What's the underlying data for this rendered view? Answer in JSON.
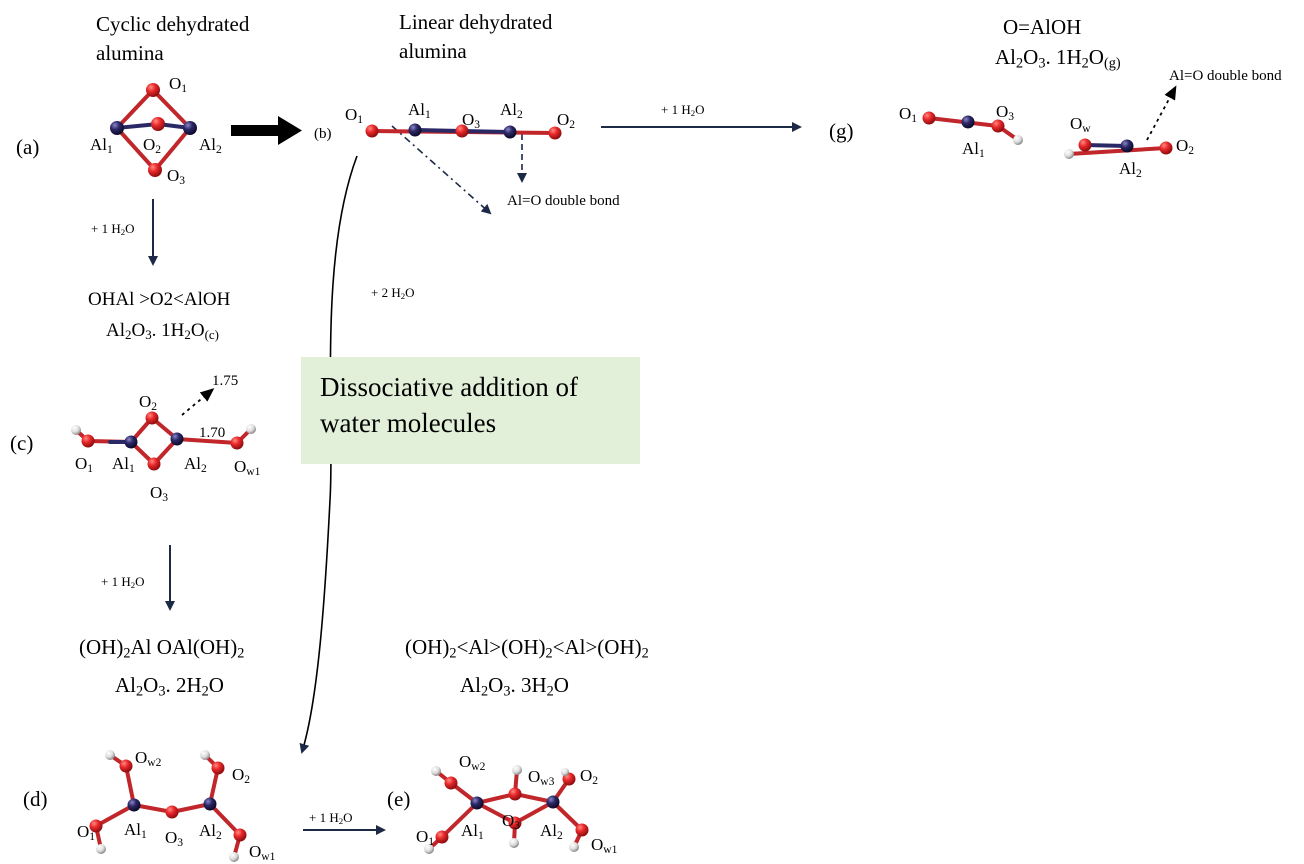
{
  "titles": {
    "cyclic": [
      "Cyclic dehydrated",
      "alumina"
    ],
    "linear": [
      "Linear dehydrated",
      "alumina"
    ]
  },
  "formulas": {
    "c": {
      "name": "OHAl >O2<AlOH",
      "comp_a": "Al",
      "comp_b": "2",
      "comp_c": "O",
      "comp_d": "3",
      "comp_e": ". 1H",
      "comp_f": "2",
      "comp_g": "O",
      "comp_h": "(c)"
    },
    "d": {
      "name_a": "(OH)",
      "name_b": "2",
      "name_c": "Al OAl(OH)",
      "name_d": "2",
      "comp_a": "Al",
      "comp_b": "2",
      "comp_c": "O",
      "comp_d": "3",
      "comp_e": ". 2H",
      "comp_f": "2",
      "comp_g": "O"
    },
    "e": {
      "name_a": "(OH)",
      "name_b": "2",
      "name_c": "<Al>(OH)",
      "name_d": "2",
      "name_e": "<Al>(OH)",
      "name_f": "2",
      "comp_a": "Al",
      "comp_b": "2",
      "comp_c": "O",
      "comp_d": "3",
      "comp_e": ". 3H",
      "comp_f": "2",
      "comp_g": "O"
    },
    "g": {
      "name": "O=AlOH",
      "comp_a": "Al",
      "comp_b": "2",
      "comp_c": "O",
      "comp_d": "3",
      "comp_e": ". 1H",
      "comp_f": "2",
      "comp_g": "O",
      "comp_h": "(g)"
    }
  },
  "panel_labels": {
    "a": "(a)",
    "b": "(b)",
    "c": "(c)",
    "d": "(d)",
    "e": "(e)",
    "g": "(g)"
  },
  "reactions": {
    "a_to_c": {
      "pre": "+ 1 H",
      "sub": "2",
      "post": "O"
    },
    "c_to_d": {
      "pre": "+ 1 H",
      "sub": "2",
      "post": "O"
    },
    "b_to_g": {
      "pre": "+ 1 H",
      "sub": "2",
      "post": "O"
    },
    "b_to_d": {
      "pre": "+ 2  H",
      "sub": "2",
      "post": "O"
    },
    "d_to_e": {
      "pre": "+ 1 H",
      "sub": "2",
      "post": "O"
    }
  },
  "callout": {
    "line1": "Dissociative addition of",
    "line2": "water molecules"
  },
  "notes": {
    "b_double_bond": "Al=O double bond",
    "g_double_bond": "Al=O double bond",
    "dist_1": "1.75",
    "dist_2": "1.70"
  },
  "atom_labels": {
    "O": "O",
    "Al": "Al",
    "n1": "1",
    "n2": "2",
    "n3": "3",
    "w": "w",
    "w1": "w1",
    "w2": "w2",
    "w3": "w3"
  },
  "colors": {
    "oxygen": "#e8282b",
    "aluminum": "#26235a",
    "hydrogen": "#ececec",
    "arrow": "#1c2a48",
    "callout_bg": "#e2efd9"
  }
}
